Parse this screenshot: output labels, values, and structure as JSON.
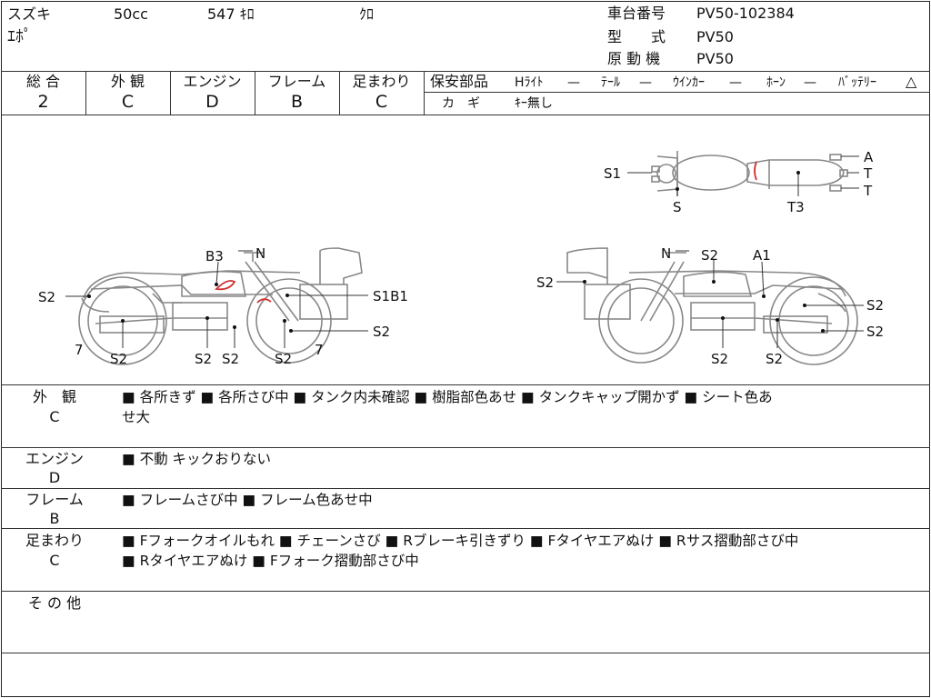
{
  "header": {
    "maker": "スズキ",
    "displacement": "50cc",
    "mileage": "547 ｷﾛ",
    "color": "ｸﾛ",
    "model_name": "ｴﾎﾟ",
    "frame_label": "車台番号",
    "frame_value": "PV50-102384",
    "type_label": "型　　式",
    "type_value": "PV50",
    "engine_label": "原 動 機",
    "engine_value": "PV50"
  },
  "grades": [
    {
      "label": "総 合",
      "value": "2"
    },
    {
      "label": "外 観",
      "value": "C"
    },
    {
      "label": "エンジン",
      "value": "D"
    },
    {
      "label": "フレーム",
      "value": "B"
    },
    {
      "label": "足まわり",
      "value": "C"
    }
  ],
  "safety": {
    "title": "保安部品",
    "items": [
      {
        "name": "Hﾗｲﾄ",
        "status": "—"
      },
      {
        "name": "ﾃｰﾙ",
        "status": "—"
      },
      {
        "name": "ｳｲﾝｶｰ",
        "status": "—"
      },
      {
        "name": "ﾎｰﾝ",
        "status": "—"
      },
      {
        "name": "ﾊﾞｯﾃﾘｰ",
        "status": "△"
      }
    ],
    "key_label": "カ　ギ",
    "key_value": "ｷｰ無し"
  },
  "diagram_labels": {
    "top_view": [
      "S1",
      "S",
      "A",
      "T",
      "T",
      "T3"
    ],
    "left_view": [
      "B3",
      "N",
      "S2",
      "S1B1",
      "S2",
      "7",
      "S2",
      "S2",
      "S2",
      "S2",
      "7"
    ],
    "right_view": [
      "N",
      "S2",
      "A1",
      "S2",
      "S2",
      "S2",
      "S2",
      "S2"
    ]
  },
  "notes": [
    {
      "label": "外　観",
      "grade": "C",
      "lines": [
        "■ 各所きず ■ 各所さび中 ■ タンク内未確認 ■ 樹脂部色あせ ■ タンクキャップ開かず ■ シート色あ",
        "せ大"
      ]
    },
    {
      "label": "エンジン",
      "grade": "D",
      "lines": [
        "■ 不動 キックおりない"
      ]
    },
    {
      "label": "フレーム",
      "grade": "B",
      "lines": [
        "■ フレームさび中 ■ フレーム色あせ中"
      ]
    },
    {
      "label": "足まわり",
      "grade": "C",
      "lines": [
        "■ Fフォークオイルもれ ■ チェーンさび ■ Rブレーキ引きずり ■ Fタイヤエアぬけ ■ Rサス摺動部さび中",
        "■ Rタイヤエアぬけ ■ Fフォーク摺動部さび中"
      ]
    },
    {
      "label": "そ の 他",
      "grade": "",
      "lines": []
    }
  ]
}
